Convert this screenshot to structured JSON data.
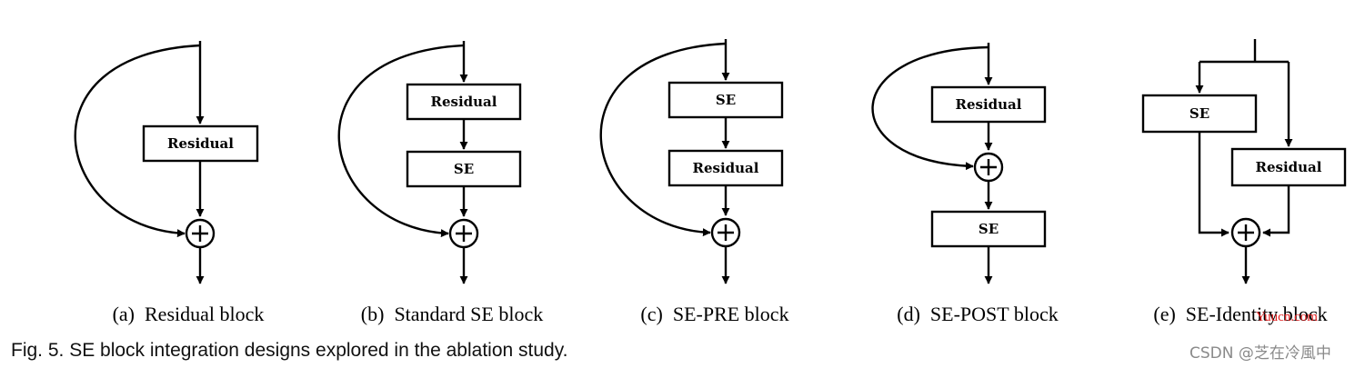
{
  "diagrams": [
    {
      "id": "a",
      "caption": "(a)  Residual block",
      "boxes": [
        "Residual"
      ]
    },
    {
      "id": "b",
      "caption": "(b)  Standard SE block",
      "boxes": [
        "Residual",
        "SE"
      ]
    },
    {
      "id": "c",
      "caption": "(c)  SE-PRE block",
      "boxes": [
        "SE",
        "Residual"
      ]
    },
    {
      "id": "d",
      "caption": "(d)  SE-POST block",
      "boxes": [
        "Residual",
        "SE"
      ]
    },
    {
      "id": "e",
      "caption": "(e)  SE-Identity block",
      "boxes": [
        "SE",
        "Residual"
      ]
    }
  ],
  "figure_caption": "Fig. 5. SE block integration designs explored in the ablation study.",
  "watermarks": {
    "site": "Yuucn.com",
    "csdn": "CSDN @芝在冷風中"
  }
}
